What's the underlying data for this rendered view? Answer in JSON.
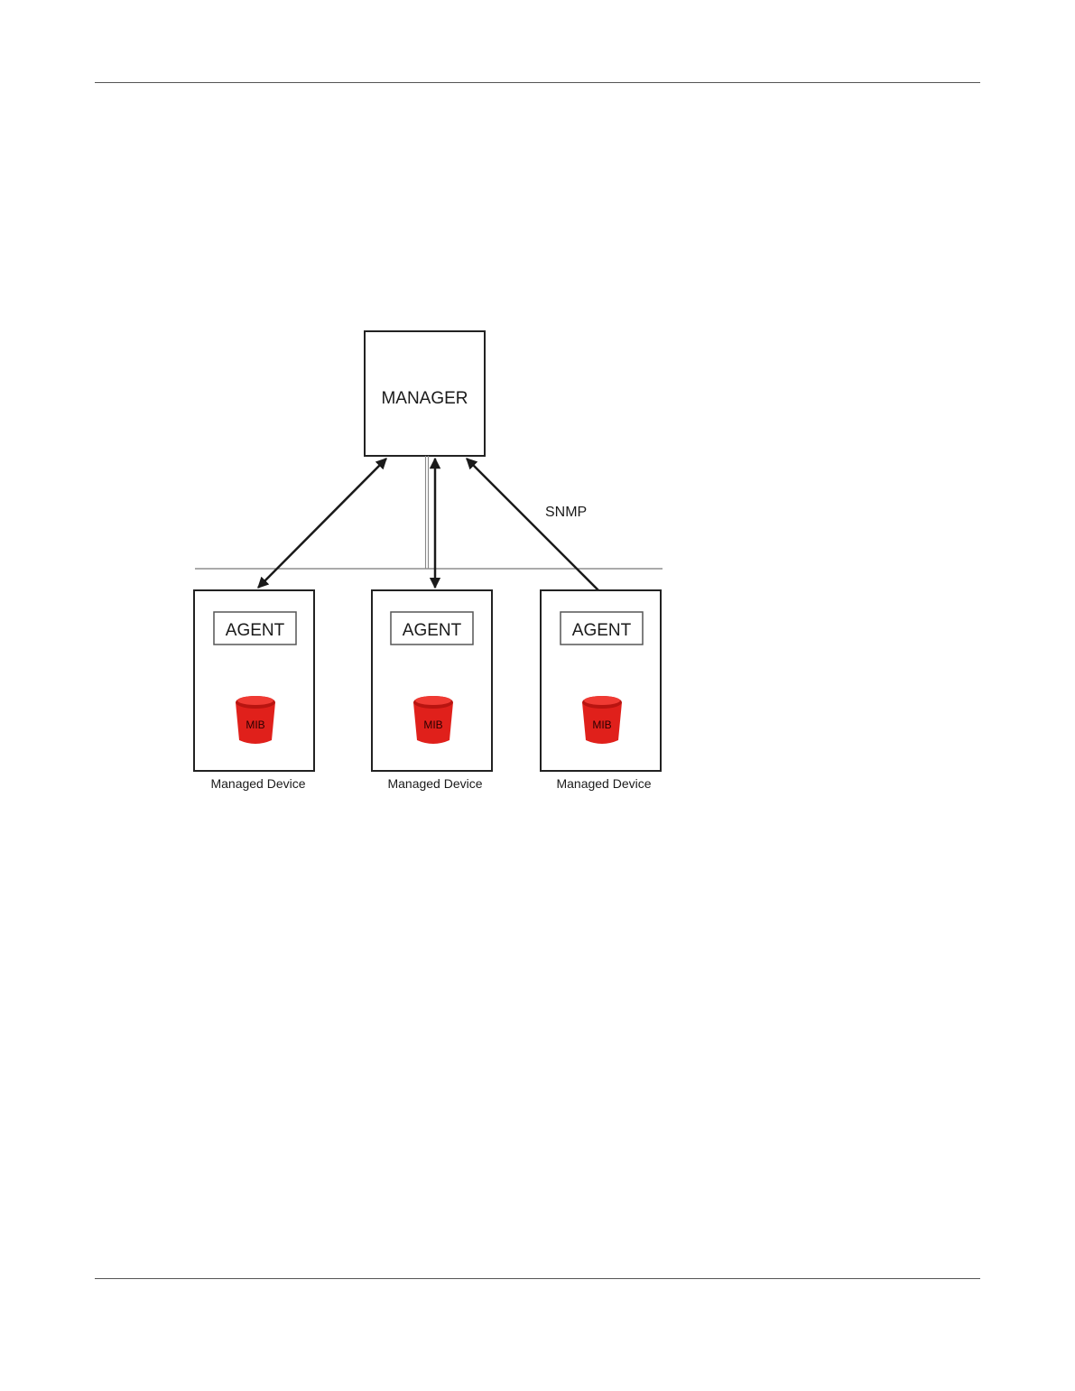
{
  "diagram": {
    "manager_label": "MANAGER",
    "protocol_label": "SNMP",
    "devices": [
      {
        "agent_label": "AGENT",
        "mib_label": "MIB",
        "caption": "Managed Device"
      },
      {
        "agent_label": "AGENT",
        "mib_label": "MIB",
        "caption": "Managed Device"
      },
      {
        "agent_label": "AGENT",
        "mib_label": "MIB",
        "caption": "Managed Device"
      }
    ]
  },
  "colors": {
    "mib_fill": "#e0201b",
    "mib_shade": "#b81410",
    "line": "#1a1a1a"
  }
}
